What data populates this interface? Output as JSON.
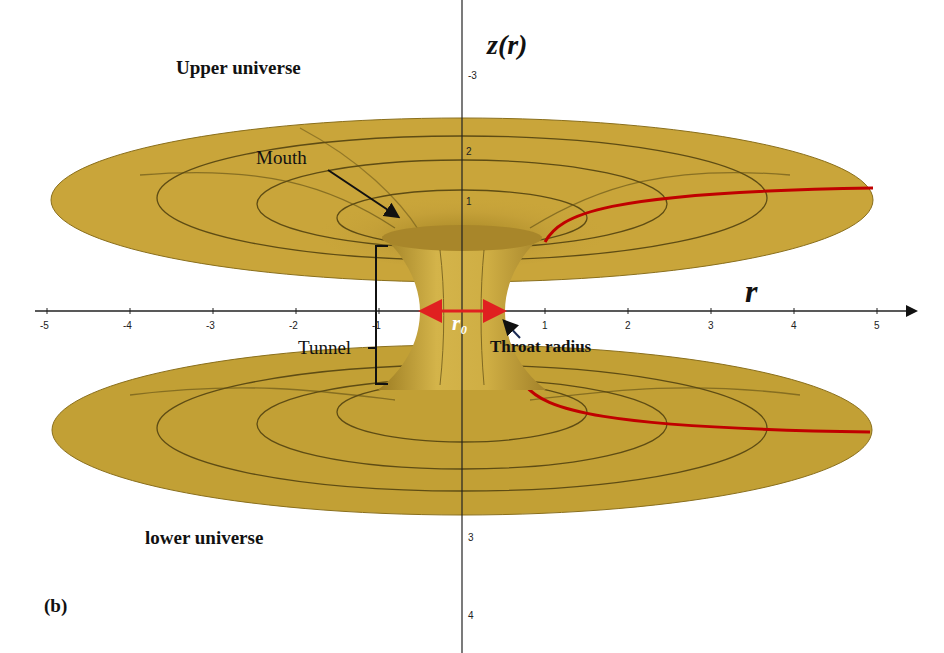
{
  "diagram": {
    "labels": [
      "z(r)",
      "Upper universe",
      "Mouth",
      "r",
      "Tunnel",
      "r₀",
      "Throat radius",
      "lower universe",
      "(b)",
      "-5",
      "-4",
      "-3",
      "-2",
      "-1",
      "1",
      "2",
      "3",
      "4",
      "5",
      "-3",
      "2",
      "1",
      "3",
      "4"
    ]
  }
}
